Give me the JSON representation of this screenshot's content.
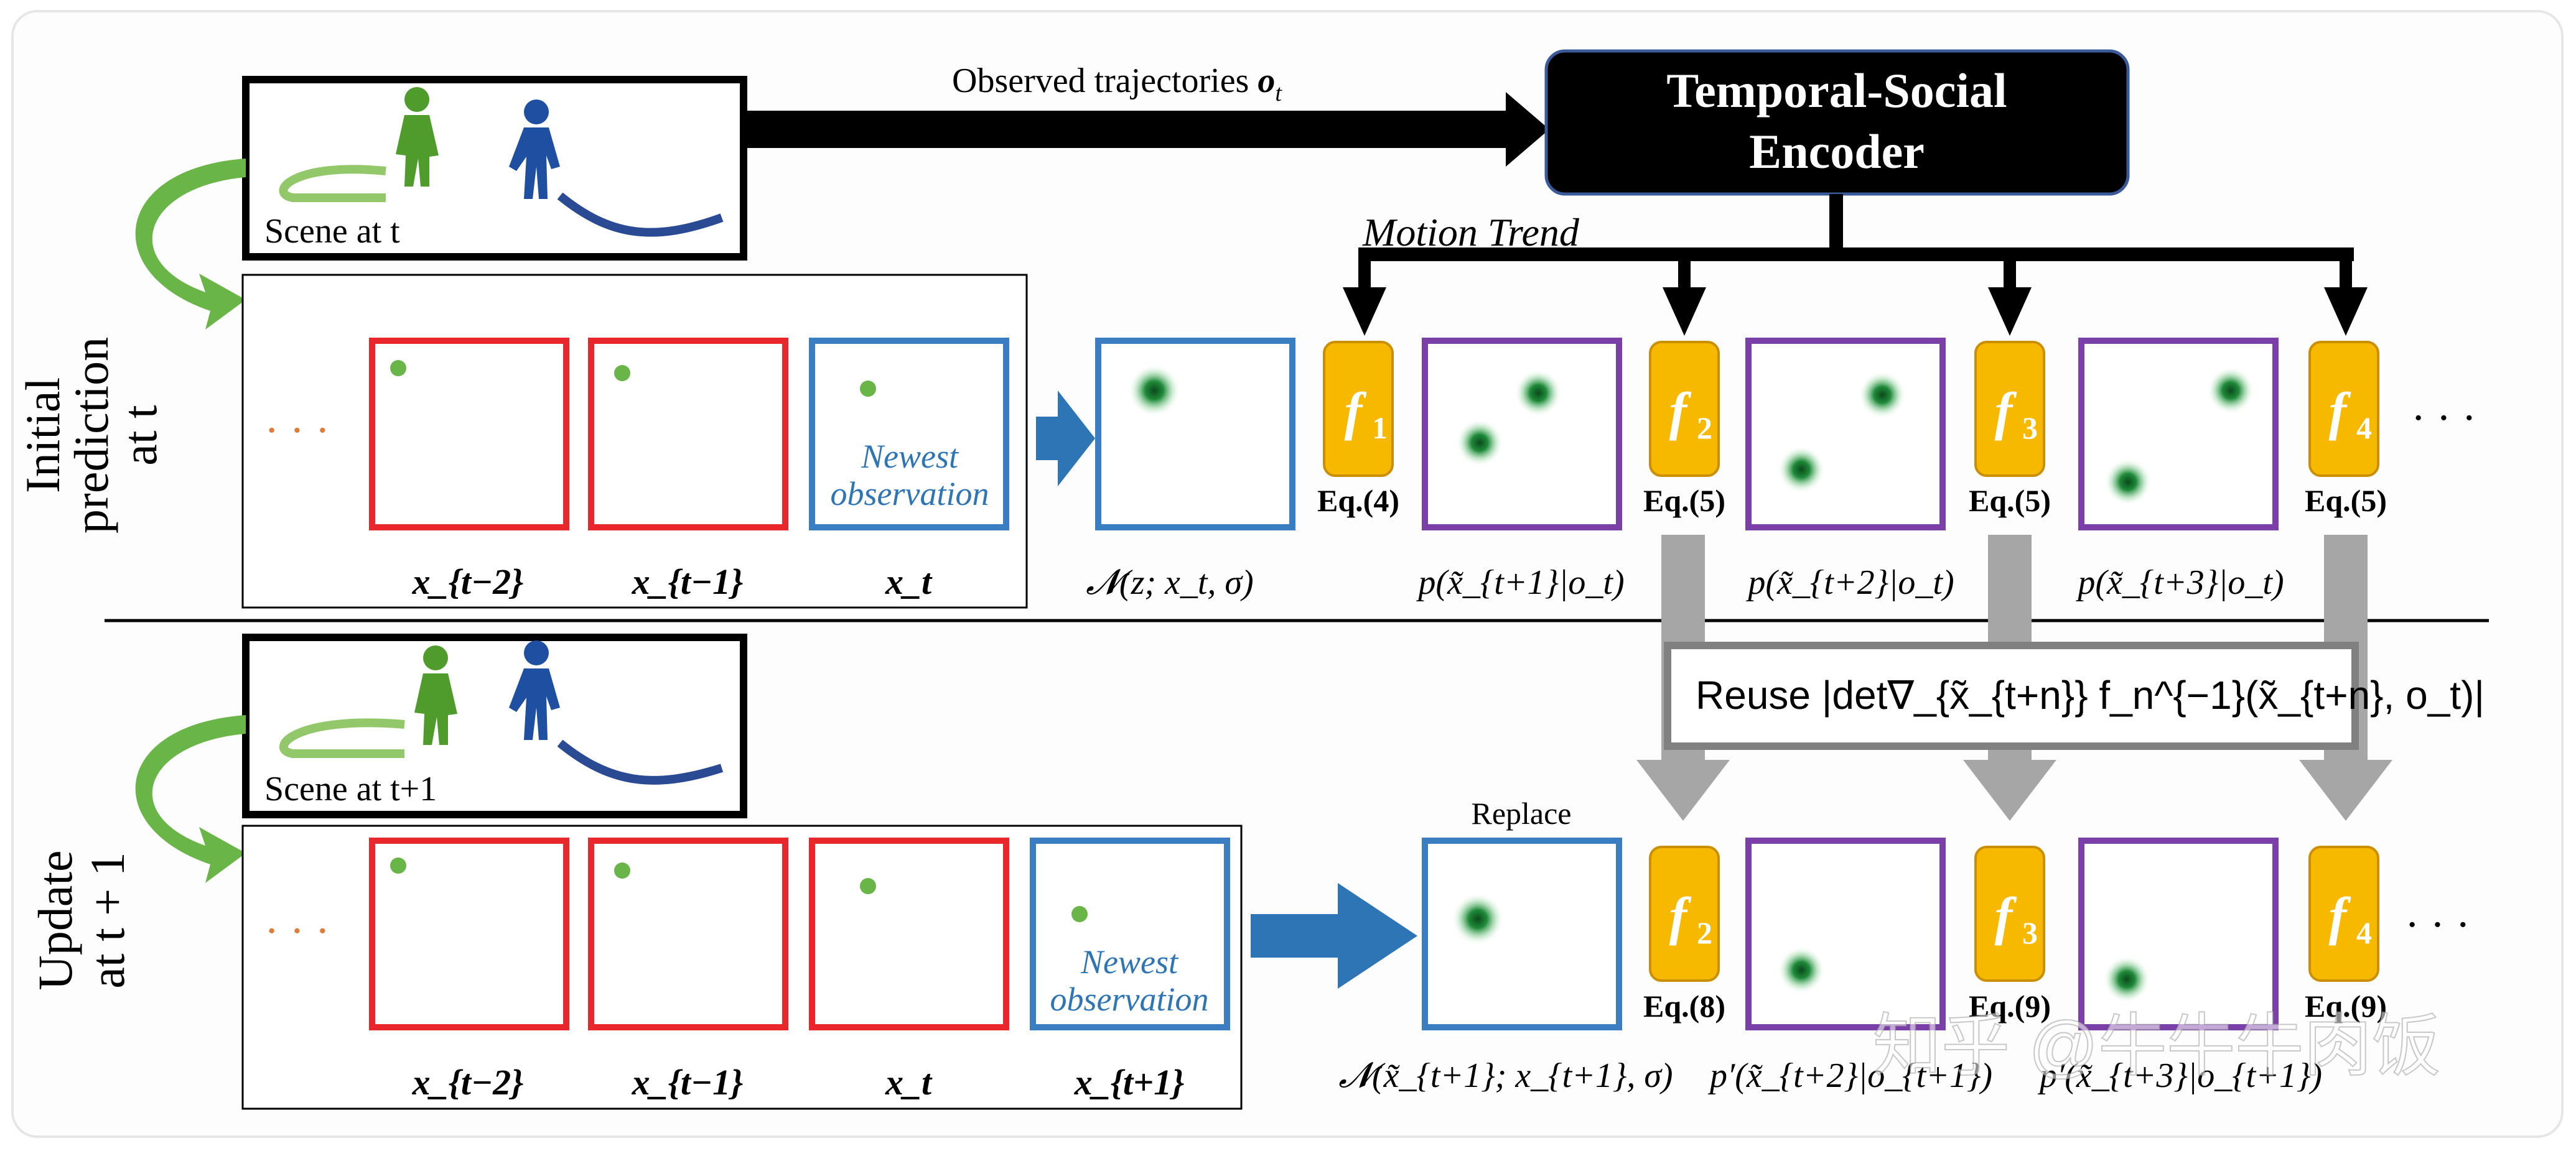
{
  "title_top": {
    "observed_label": "Observed trajectories ",
    "observed_symbol": "o",
    "observed_sub": "t",
    "encoder_line1": "Temporal-Social",
    "encoder_line2": "Encoder",
    "motion_trend": "Motion Trend"
  },
  "rows": {
    "initial_line1": "Initial",
    "initial_line2": "prediction",
    "initial_line3": "at t",
    "update_line1": "Update",
    "update_line2": "at t + 1"
  },
  "scene": {
    "scene_t": "Scene at t",
    "scene_t1": "Scene at t+1"
  },
  "observations": {
    "dots": "· · ·",
    "newest_line1": "Newest",
    "newest_line2": "observation"
  },
  "labels_top": {
    "x_t_minus_2": "x_{t−2}",
    "x_t_minus_1": "x_{t−1}",
    "x_t": "x_t",
    "normal": "𝓝(z; x_t, σ)",
    "p1": "p(x̃_{t+1}|o_t)",
    "p2": "p(x̃_{t+2}|o_t)",
    "p3": "p(x̃_{t+3}|o_t)"
  },
  "labels_bottom": {
    "x_t_minus_2": "x_{t−2}",
    "x_t_minus_1": "x_{t−1}",
    "x_t": "x_t",
    "x_t_plus_1": "x_{t+1}",
    "normal": "𝓝(x̃_{t+1}; x_{t+1}, σ)",
    "p2": "p′(x̃_{t+2}|o_{t+1})",
    "p3": "p′(x̃_{t+3}|o_{t+1})",
    "replace": "Replace"
  },
  "flows_top": [
    {
      "f": "f",
      "sub": "1",
      "eq": "Eq.(4)"
    },
    {
      "f": "f",
      "sub": "2",
      "eq": "Eq.(5)"
    },
    {
      "f": "f",
      "sub": "3",
      "eq": "Eq.(5)"
    },
    {
      "f": "f",
      "sub": "4",
      "eq": "Eq.(5)"
    }
  ],
  "flows_bottom": [
    {
      "f": "f",
      "sub": "2",
      "eq": "Eq.(8)"
    },
    {
      "f": "f",
      "sub": "3",
      "eq": "Eq.(9)"
    },
    {
      "f": "f",
      "sub": "4",
      "eq": "Eq.(9)"
    }
  ],
  "ellipsis": "· · ·",
  "reuse_label": "Reuse |det∇_{x̃_{t+n}} f_n^{−1}(x̃_{t+n}, o_t)|",
  "watermark": "知乎 @牛牛牛肉饭",
  "colors": {
    "red_frame": "#e8262b",
    "blue_frame": "#3a7dc1",
    "purple_frame": "#7b3fa8",
    "flow_fill": "#f7b800",
    "green_person": "#4f9c2c",
    "blue_person": "#1f4fa0",
    "green_arrow": "#6ab547",
    "blue_arrow": "#2e75b6",
    "gray_arrow": "#a6a6a6"
  }
}
